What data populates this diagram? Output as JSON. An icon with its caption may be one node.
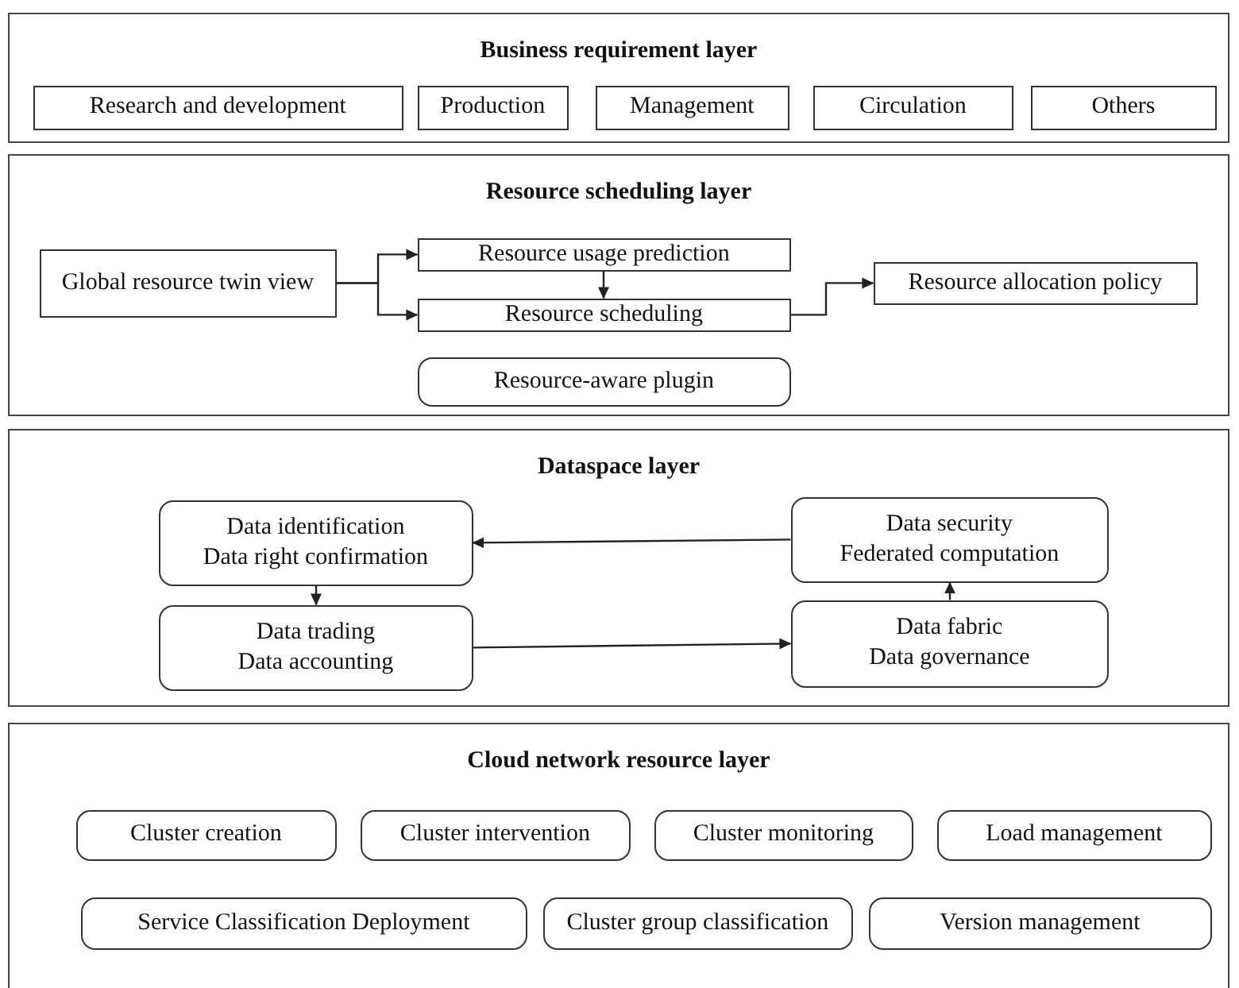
{
  "diagram": {
    "nodes": [
      {
        "text": [
          "Business requirement layer"
        ]
      },
      {
        "text": [
          "Research and development"
        ],
        "in": 0
      },
      {
        "text": [
          "Production"
        ],
        "in": 0
      },
      {
        "text": [
          "Management"
        ],
        "in": 0
      },
      {
        "text": [
          "Circulation"
        ],
        "in": 0
      },
      {
        "text": [
          "Others"
        ],
        "in": 0
      },
      {
        "text": [
          "Resource scheduling layer"
        ]
      },
      {
        "text": [
          "Global resource twin view"
        ],
        "in": 6
      },
      {
        "text": [
          "Resource usage prediction"
        ],
        "in": 6
      },
      {
        "text": [
          "Resource scheduling"
        ],
        "in": 6
      },
      {
        "text": [
          "Resource allocation policy"
        ],
        "in": 6
      },
      {
        "text": [
          "Resource-aware plugin"
        ],
        "in": 6
      },
      {
        "text": [
          "Dataspace layer"
        ]
      },
      {
        "text": [
          "Data identification",
          "Data right confirmation"
        ],
        "in": 12
      },
      {
        "text": [
          "Data security",
          "Federated computation"
        ],
        "in": 12
      },
      {
        "text": [
          "Data trading",
          "Data accounting"
        ],
        "in": 12
      },
      {
        "text": [
          "Data fabric",
          "Data governance"
        ],
        "in": 12
      },
      {
        "text": [
          "Cloud network resource layer"
        ]
      },
      {
        "text": [
          "Cluster creation"
        ],
        "in": 17
      },
      {
        "text": [
          "Cluster intervention"
        ],
        "in": 17
      },
      {
        "text": [
          "Cluster monitoring"
        ],
        "in": 17
      },
      {
        "text": [
          "Load management"
        ],
        "in": 17
      },
      {
        "text": [
          "Service Classification Deployment"
        ],
        "in": 17
      },
      {
        "text": [
          "Cluster group classification"
        ],
        "in": 17
      },
      {
        "text": [
          "Version management"
        ],
        "in": 17
      }
    ],
    "edges": [
      {
        "from": 7,
        "to": 8,
        "arrow": "to"
      },
      {
        "from": 7,
        "to": 9,
        "arrow": "to"
      },
      {
        "from": 8,
        "to": 9,
        "arrow": "to"
      },
      {
        "from": 9,
        "to": 10,
        "arrow": "to"
      },
      {
        "from": 14,
        "to": 13,
        "arrow": "to"
      },
      {
        "from": 13,
        "to": 15,
        "arrow": "to"
      },
      {
        "from": 15,
        "to": 16,
        "arrow": "to"
      },
      {
        "from": 16,
        "to": 14,
        "arrow": "to"
      }
    ]
  }
}
